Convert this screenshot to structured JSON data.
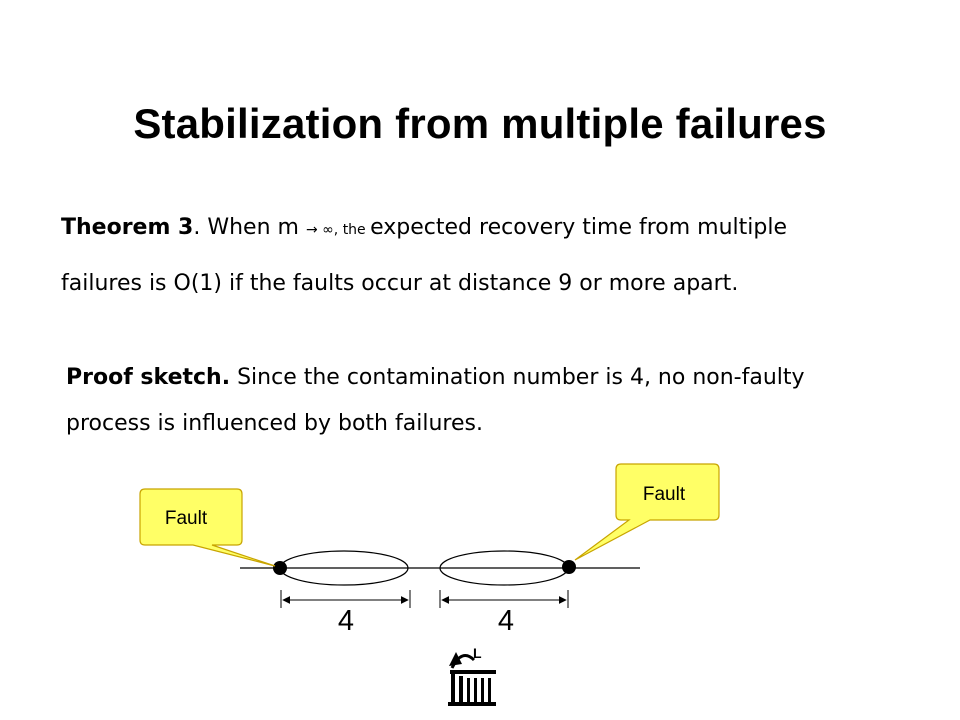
{
  "slide": {
    "title": "Stabilization from multiple failures",
    "theorem": {
      "label": "Theorem 3",
      "text_a": ". When m ",
      "arrow": "→ ∞",
      "text_small": ", the ",
      "text_b": "expected recovery time from multiple",
      "line2": "failures is O(1) if the  faults occur at distance 9 or more apart."
    },
    "proof": {
      "label": "Proof sketch.",
      "text_a": " Since the contamination number is 4, no non-faulty",
      "line2": "process is influenced by both failures."
    }
  },
  "diagram": {
    "callout_left": "Fault",
    "callout_right": "Fault",
    "distance_left": "4",
    "distance_right": "4",
    "callout_color": "#ffff66",
    "callout_border": "#c8a400",
    "logo_icon": "building-logo-icon",
    "logo_letter": "L"
  }
}
